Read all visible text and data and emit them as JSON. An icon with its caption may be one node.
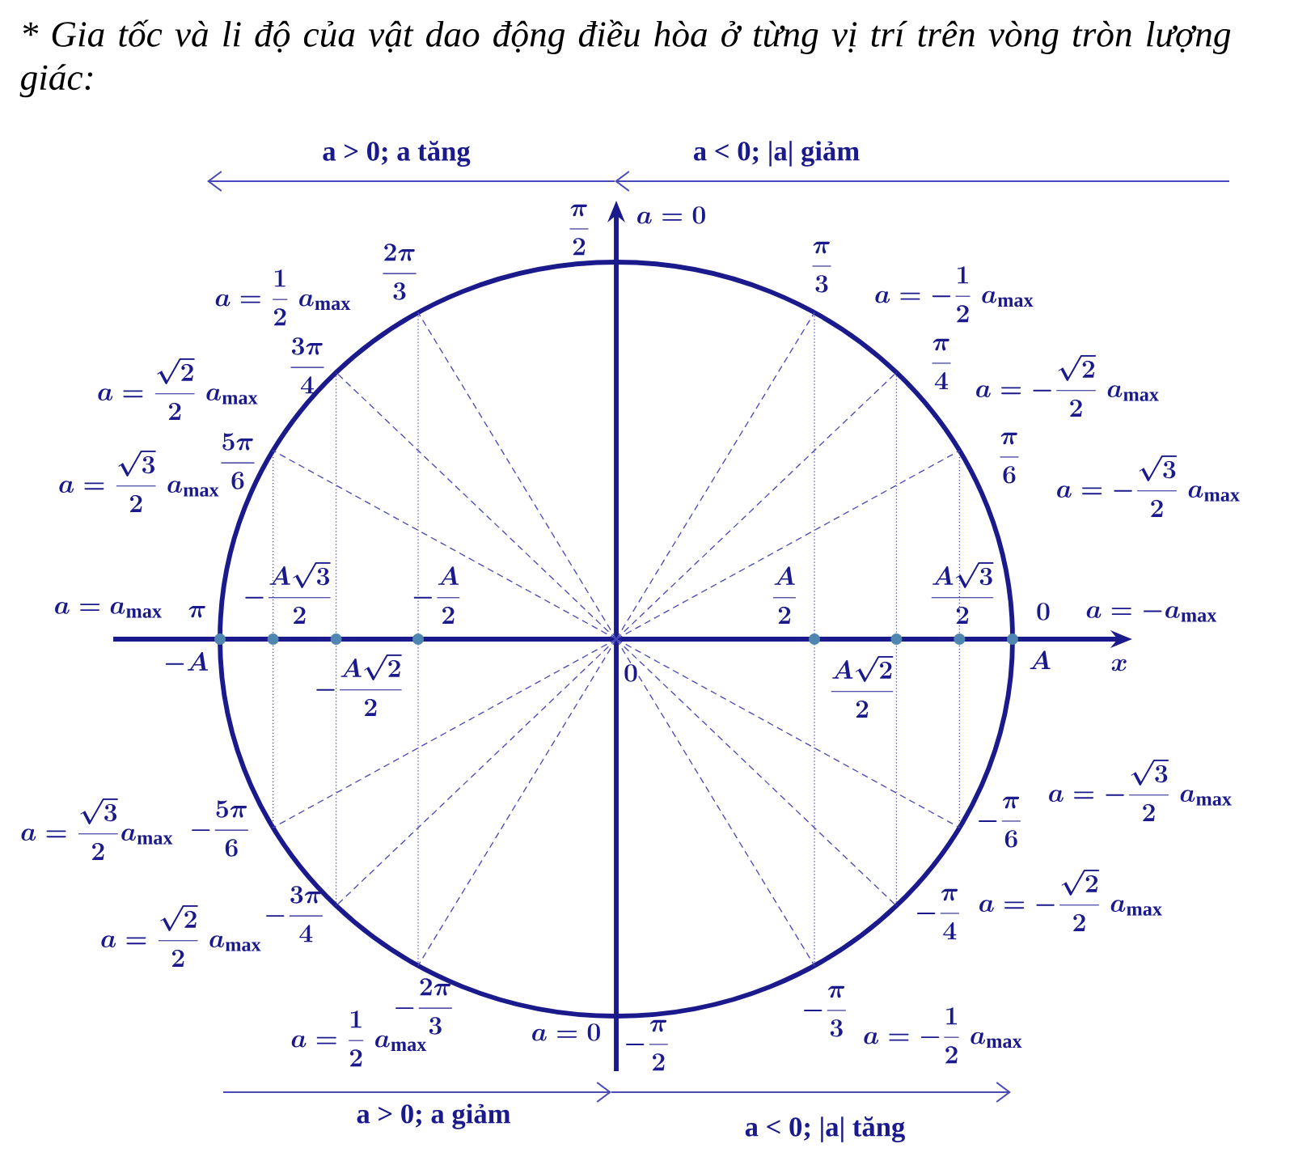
{
  "diagram": {
    "title": "* Gia tốc và li độ của vật dao động điều hòa ở từng vị trí trên vòng tròn lượng giác:",
    "labels": [
      "a > 0; a tăng",
      "a < 0; |a| giảm",
      "\\frac{\\pi}{2}",
      "a = 0",
      "a = \\frac{1}{2}\\; a_{\\mathrm{max}}",
      "\\frac{2\\pi}{3}",
      "\\frac{\\pi}{3}",
      "a = -\\frac{1}{2}\\; a_{\\mathrm{max}}",
      "a = \\frac{\\sqrt{2}}{2}\\; a_{\\mathrm{max}}",
      "\\frac{3\\pi}{4}",
      "\\frac{\\pi}{4}",
      "a = -\\frac{\\sqrt{2}}{2}\\; a_{\\mathrm{max}}",
      "a = \\frac{\\sqrt{3}}{2}\\; a_{\\mathrm{max}}",
      "\\frac{5\\pi}{6}",
      "\\frac{\\pi}{6}",
      "a = -\\frac{\\sqrt{3}}{2}\\; a_{\\mathrm{max}}",
      "-\\frac{A\\sqrt{3}}{2}",
      "-\\frac{A}{2}",
      "\\frac{A}{2}",
      "\\frac{A\\sqrt{3}}{2}",
      "a = a_{\\mathrm{max}}",
      "\\pi",
      "0",
      "a = -a_{\\mathrm{max}}",
      "-A",
      "-\\frac{A\\sqrt{2}}{2}",
      "0",
      "\\frac{A\\sqrt{2}}{2}",
      "A",
      "x",
      "a = \\frac{\\sqrt{3}}{2} a_{\\mathrm{max}}",
      "-\\frac{5\\pi}{6}",
      "-\\frac{\\pi}{6}",
      "a = -\\frac{\\sqrt{3}}{2}\\; a_{\\mathrm{max}}",
      "a = \\frac{\\sqrt{2}}{2}\\; a_{\\mathrm{max}}",
      "-\\frac{3\\pi}{4}",
      "-\\frac{\\pi}{4}",
      "a = -\\frac{\\sqrt{2}}{2}\\; a_{\\mathrm{max}}",
      "a = \\frac{1}{2}\\; a_{\\mathrm{max}}",
      "-\\frac{2\\pi}{3}",
      "a = 0",
      "-\\frac{\\pi}{2}",
      "-\\frac{\\pi}{3}",
      "a = -\\frac{1}{2}\\; a_{\\mathrm{max}}",
      "a > 0; a giảm",
      "a < 0; |a| tăng"
    ]
  }
}
